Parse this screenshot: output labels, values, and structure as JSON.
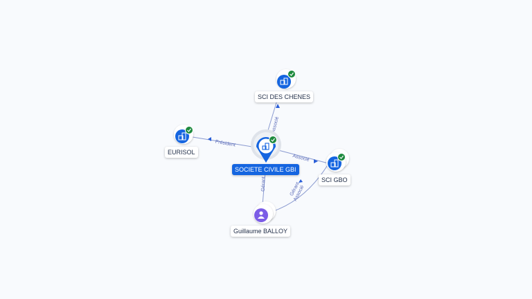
{
  "graph": {
    "central": {
      "name": "SOCIETE CIVILE GBI",
      "icon": "building-icon",
      "status": "check-icon"
    },
    "nodes": [
      {
        "id": "sci-des-chenes",
        "label": "SCI DES CHENES",
        "icon": "building-icon",
        "status": "check-icon"
      },
      {
        "id": "eurisol",
        "label": "EURISOL",
        "icon": "building-icon",
        "status": "check-icon"
      },
      {
        "id": "sci-gbo",
        "label": "SCI GBO",
        "icon": "building-icon",
        "status": "check-icon"
      },
      {
        "id": "guillaume-balloy",
        "label": "Guillaume BALLOY",
        "icon": "person-icon"
      }
    ],
    "edges": [
      {
        "label": "Associé"
      },
      {
        "label": "Président"
      },
      {
        "label": "Associé"
      },
      {
        "label": "Gérant"
      },
      {
        "label_1": "Gérant",
        "label_2": "Associé"
      }
    ]
  },
  "colors": {
    "accent": "#1565e0",
    "check": "#1e8a3e",
    "person": "#7b5ce6",
    "edge": "#8a9ad0",
    "background": "#f8fafd"
  }
}
